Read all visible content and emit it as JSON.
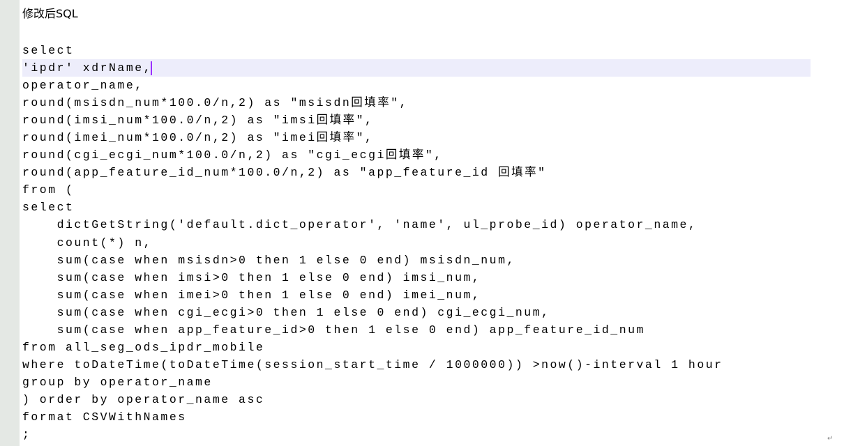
{
  "heading": "修改后SQL",
  "lines": [
    "select",
    "'ipdr' xdrName,",
    "operator_name,",
    "round(msisdn_num*100.0/n,2) as \"msisdn回填率\",",
    "round(imsi_num*100.0/n,2) as \"imsi回填率\",",
    "round(imei_num*100.0/n,2) as \"imei回填率\",",
    "round(cgi_ecgi_num*100.0/n,2) as \"cgi_ecgi回填率\",",
    "round(app_feature_id_num*100.0/n,2) as \"app_feature_id 回填率\"",
    "from (",
    "select",
    "    dictGetString('default.dict_operator', 'name', ul_probe_id) operator_name,",
    "    count(*) n,",
    "    sum(case when msisdn>0 then 1 else 0 end) msisdn_num,",
    "    sum(case when imsi>0 then 1 else 0 end) imsi_num,",
    "    sum(case when imei>0 then 1 else 0 end) imei_num,",
    "    sum(case when cgi_ecgi>0 then 1 else 0 end) cgi_ecgi_num,",
    "    sum(case when app_feature_id>0 then 1 else 0 end) app_feature_id_num",
    "from all_seg_ods_ipdr_mobile",
    "where toDateTime(toDateTime(session_start_time / 1000000)) >now()-interval 1 hour",
    "group by operator_name",
    ") order by operator_name asc",
    "format CSVWithNames",
    ";"
  ],
  "paragraph_mark": "↵"
}
